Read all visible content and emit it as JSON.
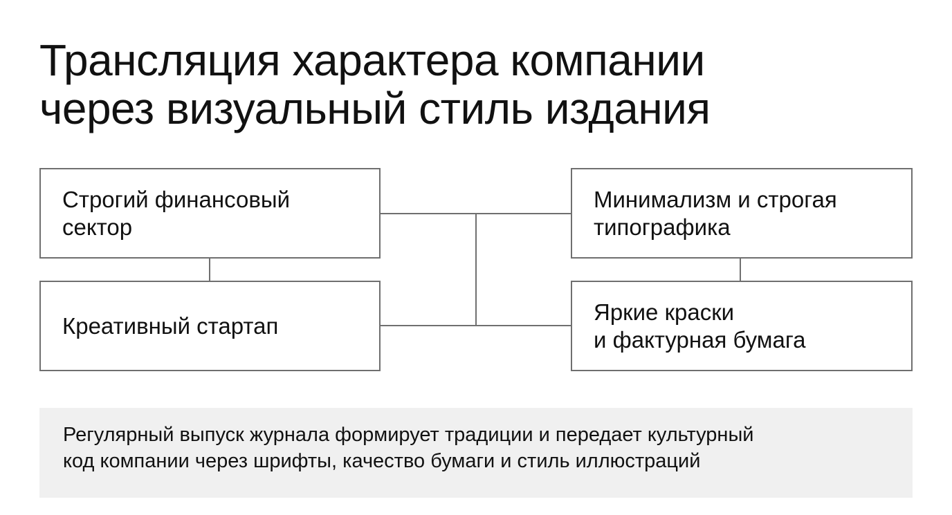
{
  "title": {
    "line1": "Трансляция характера компании",
    "line2": "через визуальный стиль издания"
  },
  "left_column": {
    "top_box": {
      "line1": "Строгий финансовый",
      "line2": "сектор"
    },
    "bottom_box": {
      "line1": "Креативный стартап"
    }
  },
  "right_column": {
    "top_box": {
      "line1": "Минимализм и строгая",
      "line2": "типографика"
    },
    "bottom_box": {
      "line1": "Яркие краски",
      "line2": "и фактурная бумага"
    }
  },
  "note": {
    "line1": "Регулярный выпуск журнала формирует традиции и передает культурный",
    "line2": "код компании через шрифты, качество бумаги и стиль иллюстраций"
  },
  "colors": {
    "text": "#111111",
    "border": "#6f6f6f",
    "note_background": "#f0f0f0",
    "background": "#ffffff"
  }
}
